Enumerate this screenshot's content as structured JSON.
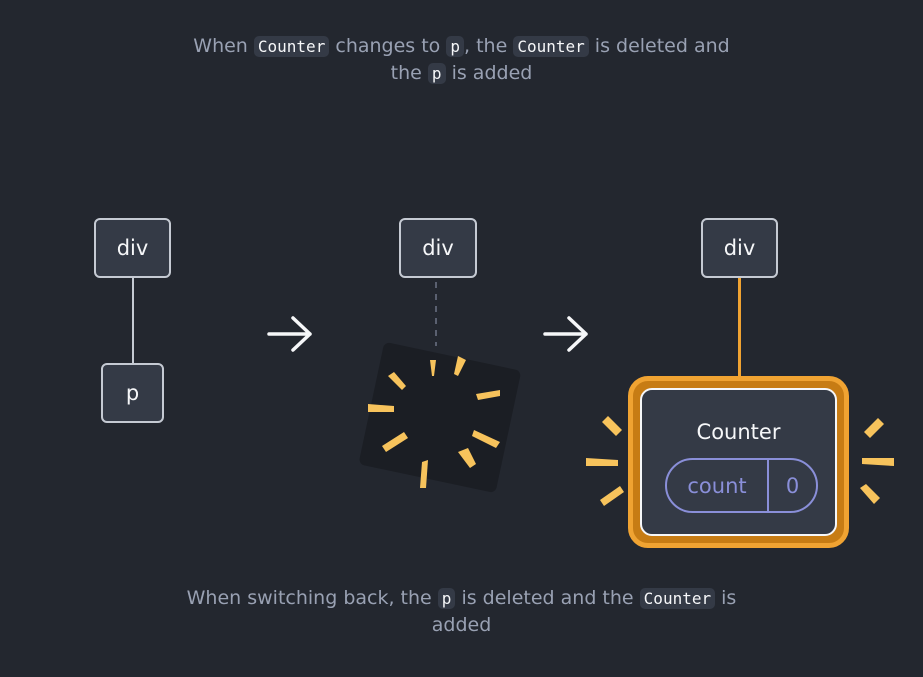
{
  "caption_top": {
    "l1_a": "When",
    "l1_code1": "Counter",
    "l1_b": "changes to",
    "l1_code2": "p",
    "l1_c": ", the",
    "l1_code3": "Counter",
    "l1_d": "is deleted and",
    "l2_a": "the",
    "l2_code": "p",
    "l2_b": "is added"
  },
  "caption_bottom": {
    "l1_a": "When switching back, the",
    "l1_code1": "p",
    "l1_b": "is deleted and the",
    "l1_code2": "Counter",
    "l1_c": "is",
    "l2": "added"
  },
  "stage1": {
    "parent": "div",
    "child": "p"
  },
  "stage2": {
    "parent": "div"
  },
  "stage3": {
    "parent": "div",
    "component": "Counter",
    "state_label": "count",
    "state_value": "0"
  },
  "colors": {
    "background": "#23272f",
    "node_fill": "#343a46",
    "node_border": "#c5cad3",
    "highlight": "#f0a332",
    "burst": "#f7c35c",
    "state": "#8a8fd9"
  }
}
